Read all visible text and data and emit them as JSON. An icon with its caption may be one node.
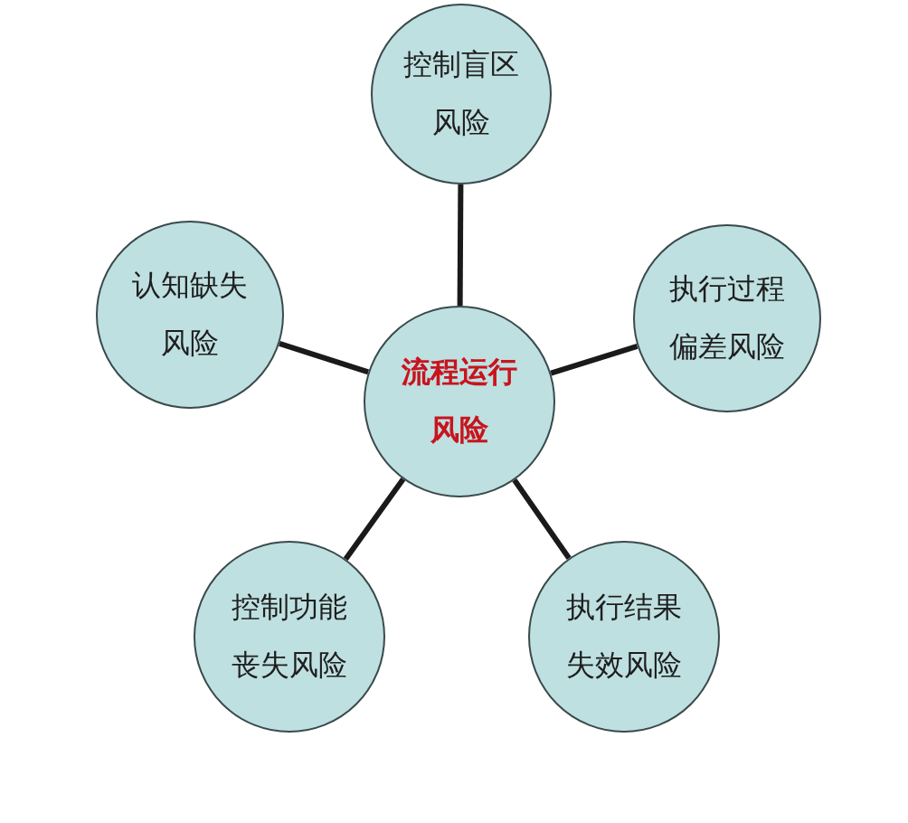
{
  "diagram": {
    "nodes": [
      {
        "text": [
          "控制盲区风险"
        ]
      },
      {
        "text": [
          "认知缺失风险"
        ]
      },
      {
        "text": [
          "流程运行风险"
        ]
      },
      {
        "text": [
          "执行过程偏差风险"
        ]
      },
      {
        "text": [
          "控制功能丧失风险"
        ]
      },
      {
        "text": [
          "执行结果失效风险"
        ]
      }
    ],
    "edges": [
      {
        "from": 2,
        "to": 0,
        "arrow": "none"
      },
      {
        "from": 2,
        "to": 1,
        "arrow": "none"
      },
      {
        "from": 2,
        "to": 3,
        "arrow": "none"
      },
      {
        "from": 2,
        "to": 4,
        "arrow": "none"
      },
      {
        "from": 2,
        "to": 5,
        "arrow": "none"
      }
    ]
  }
}
